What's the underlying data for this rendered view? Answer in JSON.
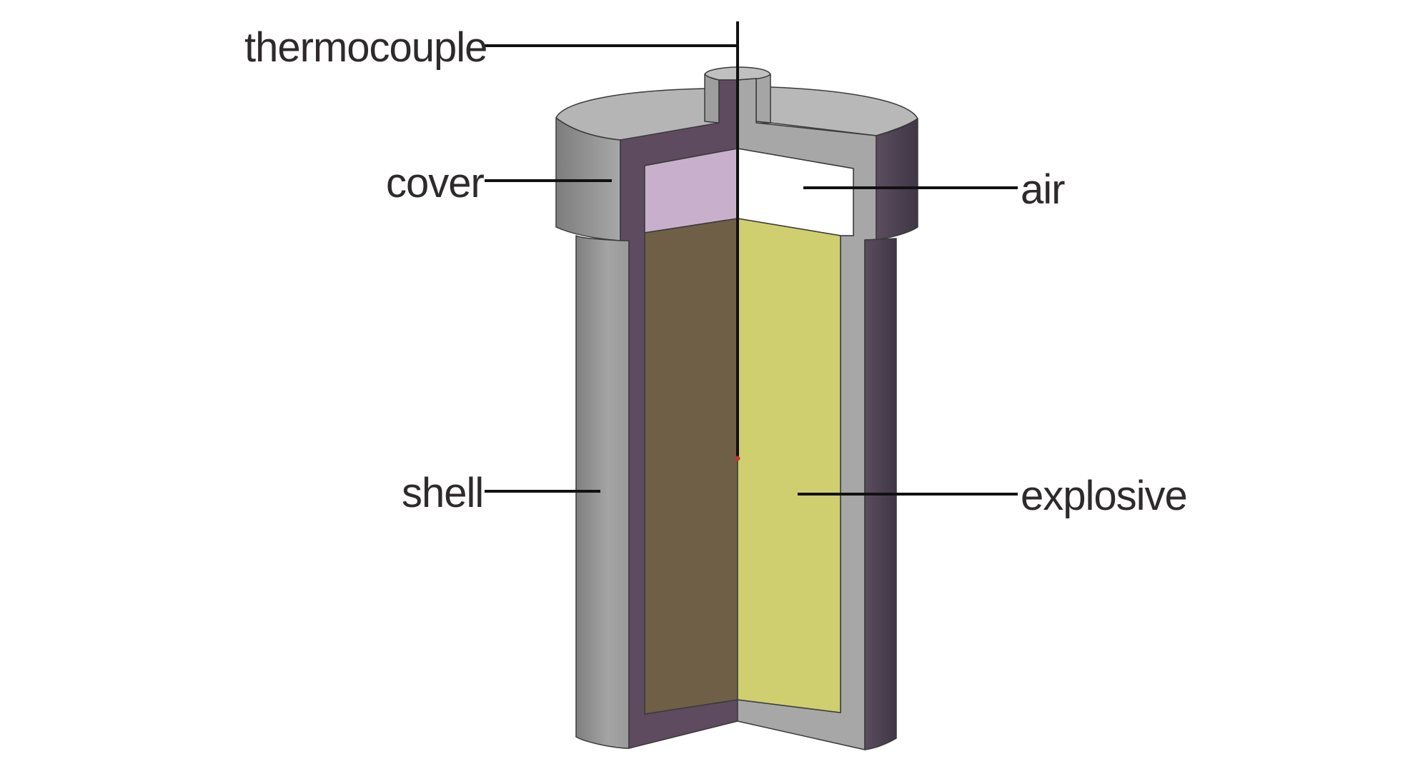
{
  "labels": {
    "thermocouple": "thermocouple",
    "cover": "cover",
    "shell": "shell",
    "air": "air",
    "explosive": "explosive"
  },
  "colors": {
    "background": "#ffffff",
    "shell_outer_light": "#9c9c9c",
    "shell_outer_dark": "#4a4150",
    "cut_face_purple": "#5e4b60",
    "cut_face_gray": "#a7a7a7",
    "cover_top": "#b3b3b3",
    "air_left": "#c8b0cc",
    "air_right": "#ffffff",
    "explosive_left": "#6f5f46",
    "explosive_right": "#cfcf70",
    "thermocouple": "#111111",
    "thermocouple_tip": "#c0392b",
    "label_text": "#2e2a2c"
  }
}
